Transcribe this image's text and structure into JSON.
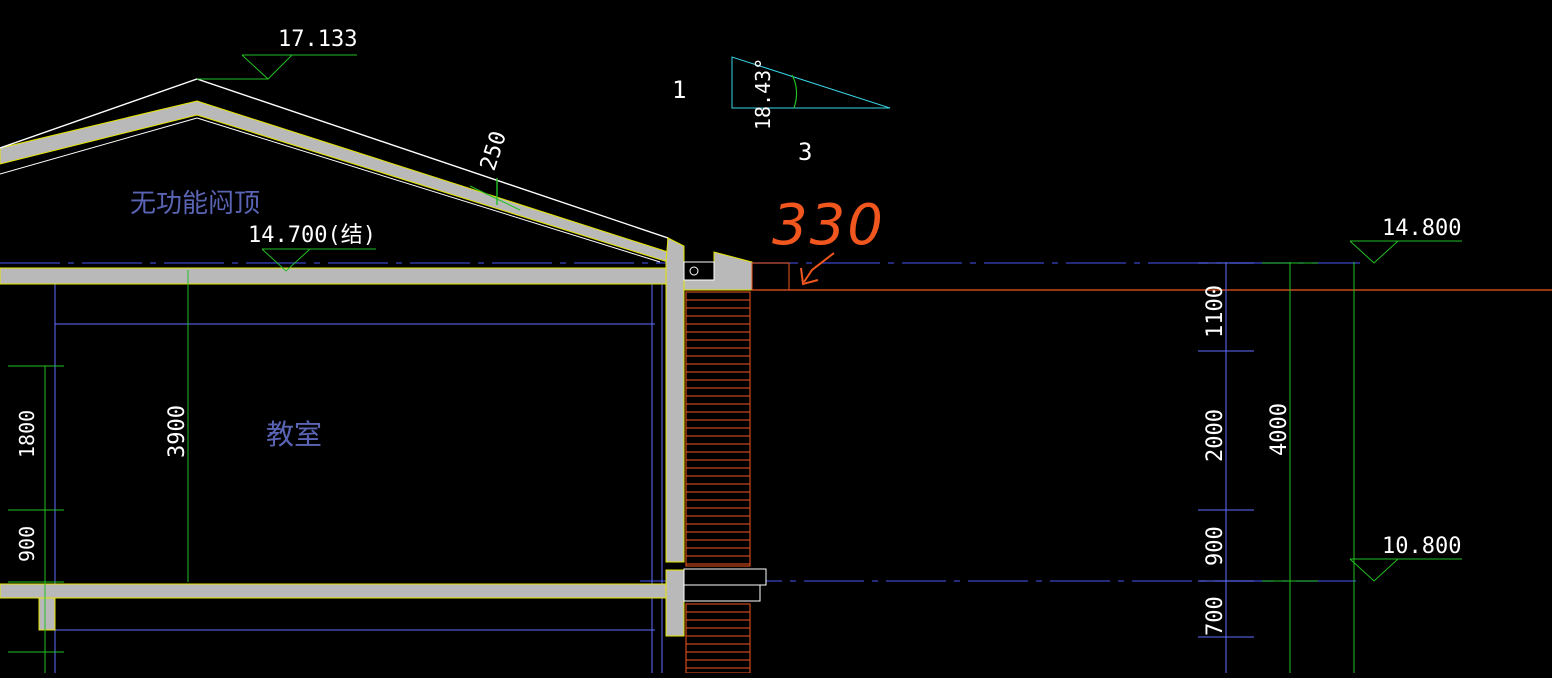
{
  "colors": {
    "background": "#000000",
    "roof_outline": "#ffffff",
    "concrete_fill": "#b9b9b9",
    "edge_yellow": "#e4e400",
    "wall_blue": "#5f6dff",
    "axis_blue": "#3b45c8",
    "dim_green": "#22c022",
    "level_green": "#22c022",
    "text_white": "#ffffff",
    "room_text": "#5a64b4",
    "annotation_orange": "#f0561e",
    "brick_orange": "#f0561e",
    "cyan": "#38d6e8"
  },
  "elevations": {
    "ridge": "17.133",
    "roof_struct": "14.700(结)",
    "parapet": "14.800",
    "floor": "10.800"
  },
  "dimensions": {
    "roof_thickness": "250",
    "room_height": "3900",
    "left_upper": "1800",
    "left_lower": "900",
    "right_top": "1100",
    "right_window": "2000",
    "right_sill": "900",
    "right_below": "700",
    "right_total": "4000"
  },
  "slope_note": {
    "rise": "1",
    "run": "3",
    "angle": "18.43°"
  },
  "rooms": {
    "attic": "无功能闷顶",
    "classroom": "教室"
  },
  "markup": {
    "handwritten": "330"
  }
}
